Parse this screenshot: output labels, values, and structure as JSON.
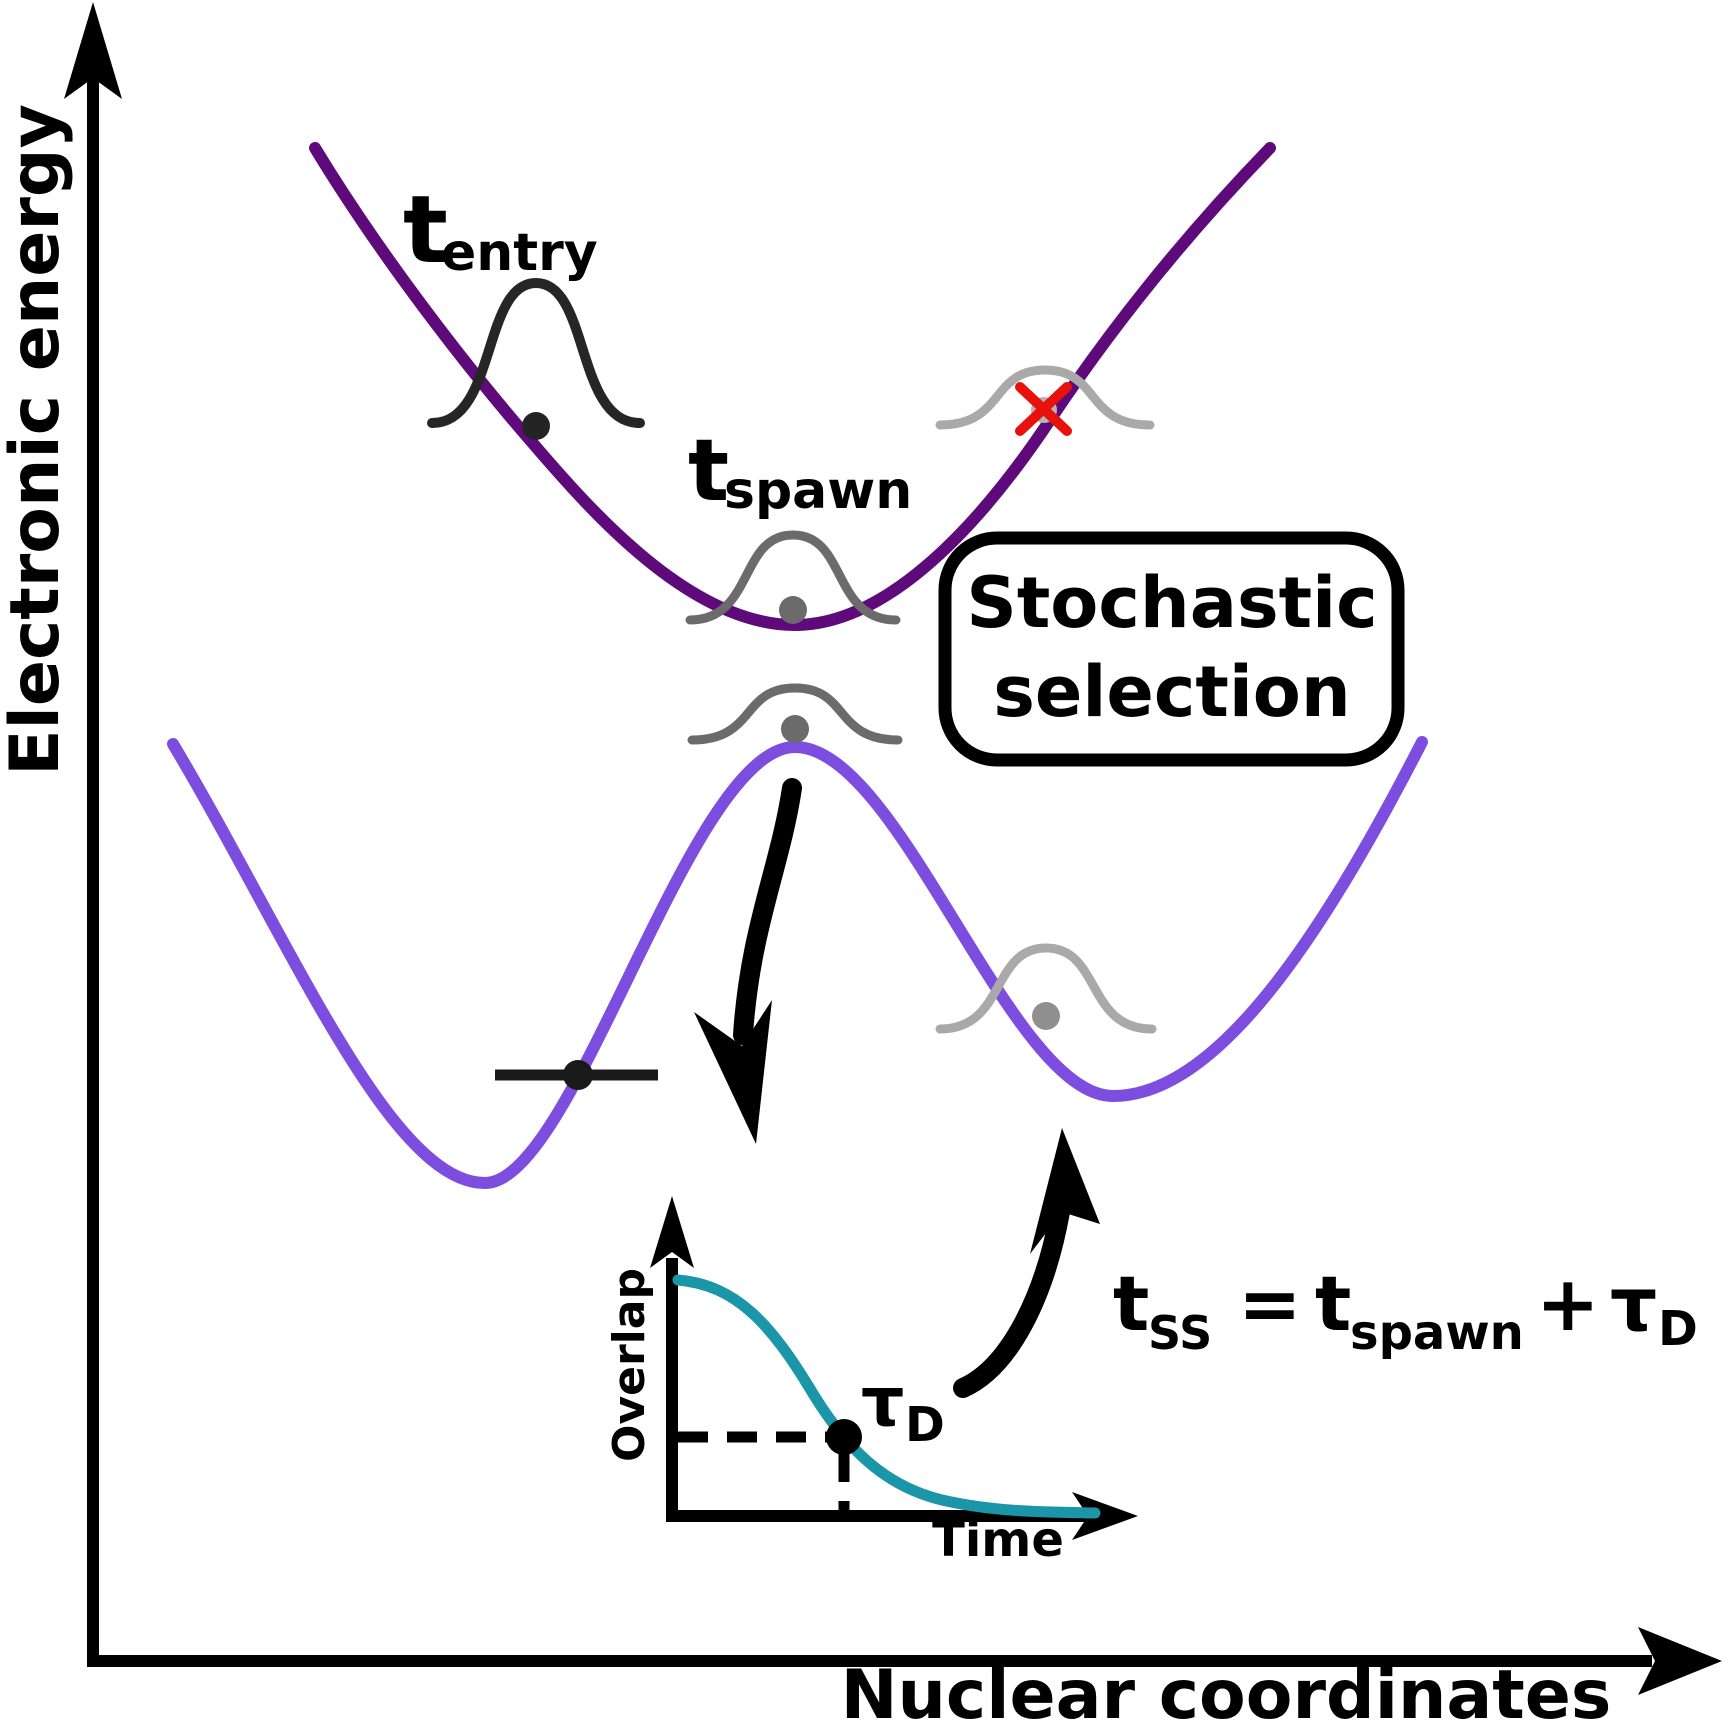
{
  "colors": {
    "upper_surface": "#5e0a7a",
    "lower_surface": "#7c4dde",
    "overlap_curve": "#1a96a8",
    "reject_cross": "#e8120c",
    "packet_dark": "#262626",
    "packet_gray": "#6b6b6b",
    "packet_light": "#a9a9a9",
    "dot_light": "#b5b5b5",
    "dot_mid": "#8f8f8f",
    "ink": "#000000"
  },
  "main_axes": {
    "y_label": "Electronic energy",
    "x_label": "Nuclear coordinates"
  },
  "annotations": {
    "t_entry_base": "t",
    "t_entry_sub": "entry",
    "t_spawn_base": "t",
    "t_spawn_sub": "spawn",
    "callout_line1": "Stochastic",
    "callout_line2": "selection"
  },
  "equation": {
    "lhs_base": "t",
    "lhs_sub": "SS",
    "equals": "=",
    "rhs1_base": "t",
    "rhs1_sub": "spawn",
    "plus": "+",
    "rhs2_base": "τ",
    "rhs2_sub": "D"
  },
  "inset": {
    "y_label": "Overlap",
    "x_label": "Time",
    "point_label_base": "τ",
    "point_label_sub": "D",
    "chart_data": {
      "type": "line",
      "title": "",
      "xlabel": "Time",
      "ylabel": "Overlap",
      "x": [
        0.0,
        0.1,
        0.2,
        0.3,
        0.4,
        0.5,
        0.6,
        0.7,
        0.8,
        0.9,
        1.0
      ],
      "y": [
        1.0,
        0.97,
        0.85,
        0.65,
        0.45,
        0.3,
        0.18,
        0.1,
        0.06,
        0.04,
        0.03
      ],
      "marked_point": {
        "x": 0.4,
        "y": 0.33,
        "label": "τD"
      },
      "legend": [],
      "grid": false
    }
  }
}
